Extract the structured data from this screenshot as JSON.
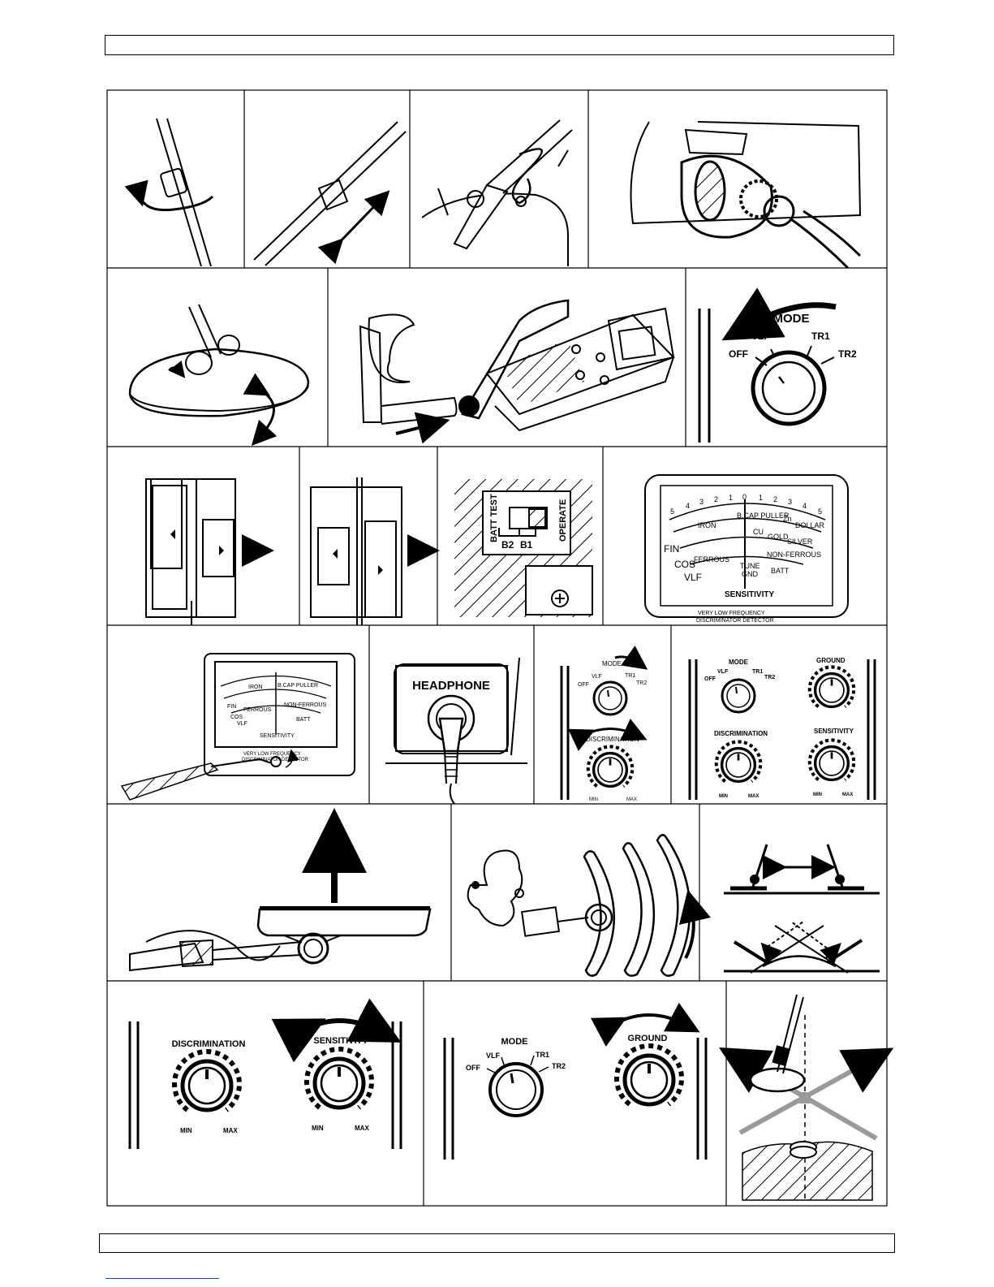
{
  "header": {
    "text": ""
  },
  "footer": {
    "text": ""
  },
  "colors": {
    "ink": "#000000",
    "link": "#1a3cd6",
    "hatch": "#000000",
    "shade": "#9a9a9a"
  },
  "mode_switch": {
    "title": "MODE",
    "positions": [
      "OFF",
      "VLF",
      "TR1",
      "TR2"
    ]
  },
  "battery_switch": {
    "left_label": "BATT TEST",
    "right_label": "OPERATE",
    "b2": "B2",
    "b1": "B1"
  },
  "meter": {
    "scale_numbers": [
      "5",
      "4",
      "3",
      "2",
      "1",
      "0",
      "1",
      "2",
      "3",
      "4",
      "5"
    ],
    "upper_left": "IRON",
    "upper_right_1": "B.CAP PULLER",
    "upper_right_2": "Zn",
    "upper_right_3": "DOLLAR",
    "mid_right_1": "CU",
    "mid_right_2": "GOLD",
    "mid_right_3": "SILVER",
    "row_fin": "FIN",
    "row_cos": "COS",
    "row_vlf": "VLF",
    "ferrous": "FERROUS",
    "non_ferrous": "NON-FERROUS",
    "tune": "TUNE",
    "gnd": "GND",
    "batt": "BATT",
    "sensitivity": "SENSITIVITY",
    "caption_1": "VERY LOW FREQUENCY",
    "caption_2": "DISCRIMINATOR DETECTOR"
  },
  "headphone": {
    "label": "HEADPHONE"
  },
  "knobs": {
    "mode": "MODE",
    "ground": "GROUND",
    "discrimination": "DISCRIMINATION",
    "sensitivity": "SENSITIVITY",
    "min": "MIN",
    "max": "MAX"
  }
}
